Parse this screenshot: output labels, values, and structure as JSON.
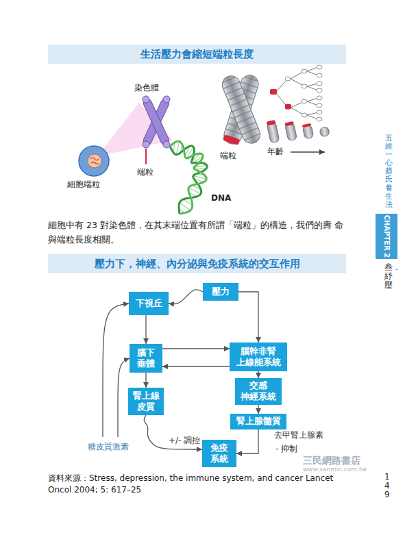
{
  "diagram": {
    "nodes": [
      {
        "text": [
          "生活壓力會縮短端粒長度"
        ]
      },
      {
        "text": [
          "壓力下，神經、內分泌與免疫系統的交互作用"
        ]
      },
      {
        "text": [
          "壓力"
        ]
      },
      {
        "text": [
          "下視丘"
        ]
      },
      {
        "text": [
          "腦下 垂體"
        ]
      },
      {
        "text": [
          "腦幹非腎 上線能系統"
        ]
      },
      {
        "text": [
          "交感 神經系統"
        ]
      },
      {
        "text": [
          "腎上線 皮質"
        ]
      },
      {
        "text": [
          "腎上腺髓質"
        ]
      },
      {
        "text": [
          "免疫 系統"
        ]
      },
      {
        "text": [
          "CHAPTER 2"
        ]
      }
    ],
    "edges": [
      {
        "from": 2,
        "to": 3,
        "arrow": "to"
      },
      {
        "from": 2,
        "to": 5,
        "arrow": "to"
      },
      {
        "from": 3,
        "to": 4,
        "arrow": "to"
      },
      {
        "from": 4,
        "to": 5,
        "arrow": "to"
      },
      {
        "from": 5,
        "to": 4,
        "arrow": "to"
      },
      {
        "from": 4,
        "to": 7,
        "arrow": "to"
      },
      {
        "from": 5,
        "to": 6,
        "arrow": "to"
      },
      {
        "from": 6,
        "to": 8,
        "arrow": "to"
      },
      {
        "from": 8,
        "to": 9,
        "label": "去甲腎上腺素",
        "arrow": "to"
      },
      {
        "from": 7,
        "to": 9,
        "label": "+/- 調控",
        "arrow": "to"
      },
      {
        "from": 7,
        "to": 3,
        "arrow": "to"
      },
      {
        "from": 7,
        "to": 4,
        "arrow": "to"
      }
    ],
    "labels": [
      "染色體",
      "端粒",
      "細胞端粒",
      "DNA",
      "端粒",
      "年齡",
      "細胞中有 23 對染色體，在其末端位置有所謂「端粒」的構造，我們的壽 命與端粒長度相關。",
      "糖皮質激素",
      "- 抑制",
      "資料來源：Stress, depression, the immune system, and cancer Lancet Oncol 2004; 5: 617–25",
      "五維一心蔡氏養生法",
      "叁．紓壓",
      "149",
      "三民網路書店",
      "www.sanmin.com.tw"
    ]
  }
}
